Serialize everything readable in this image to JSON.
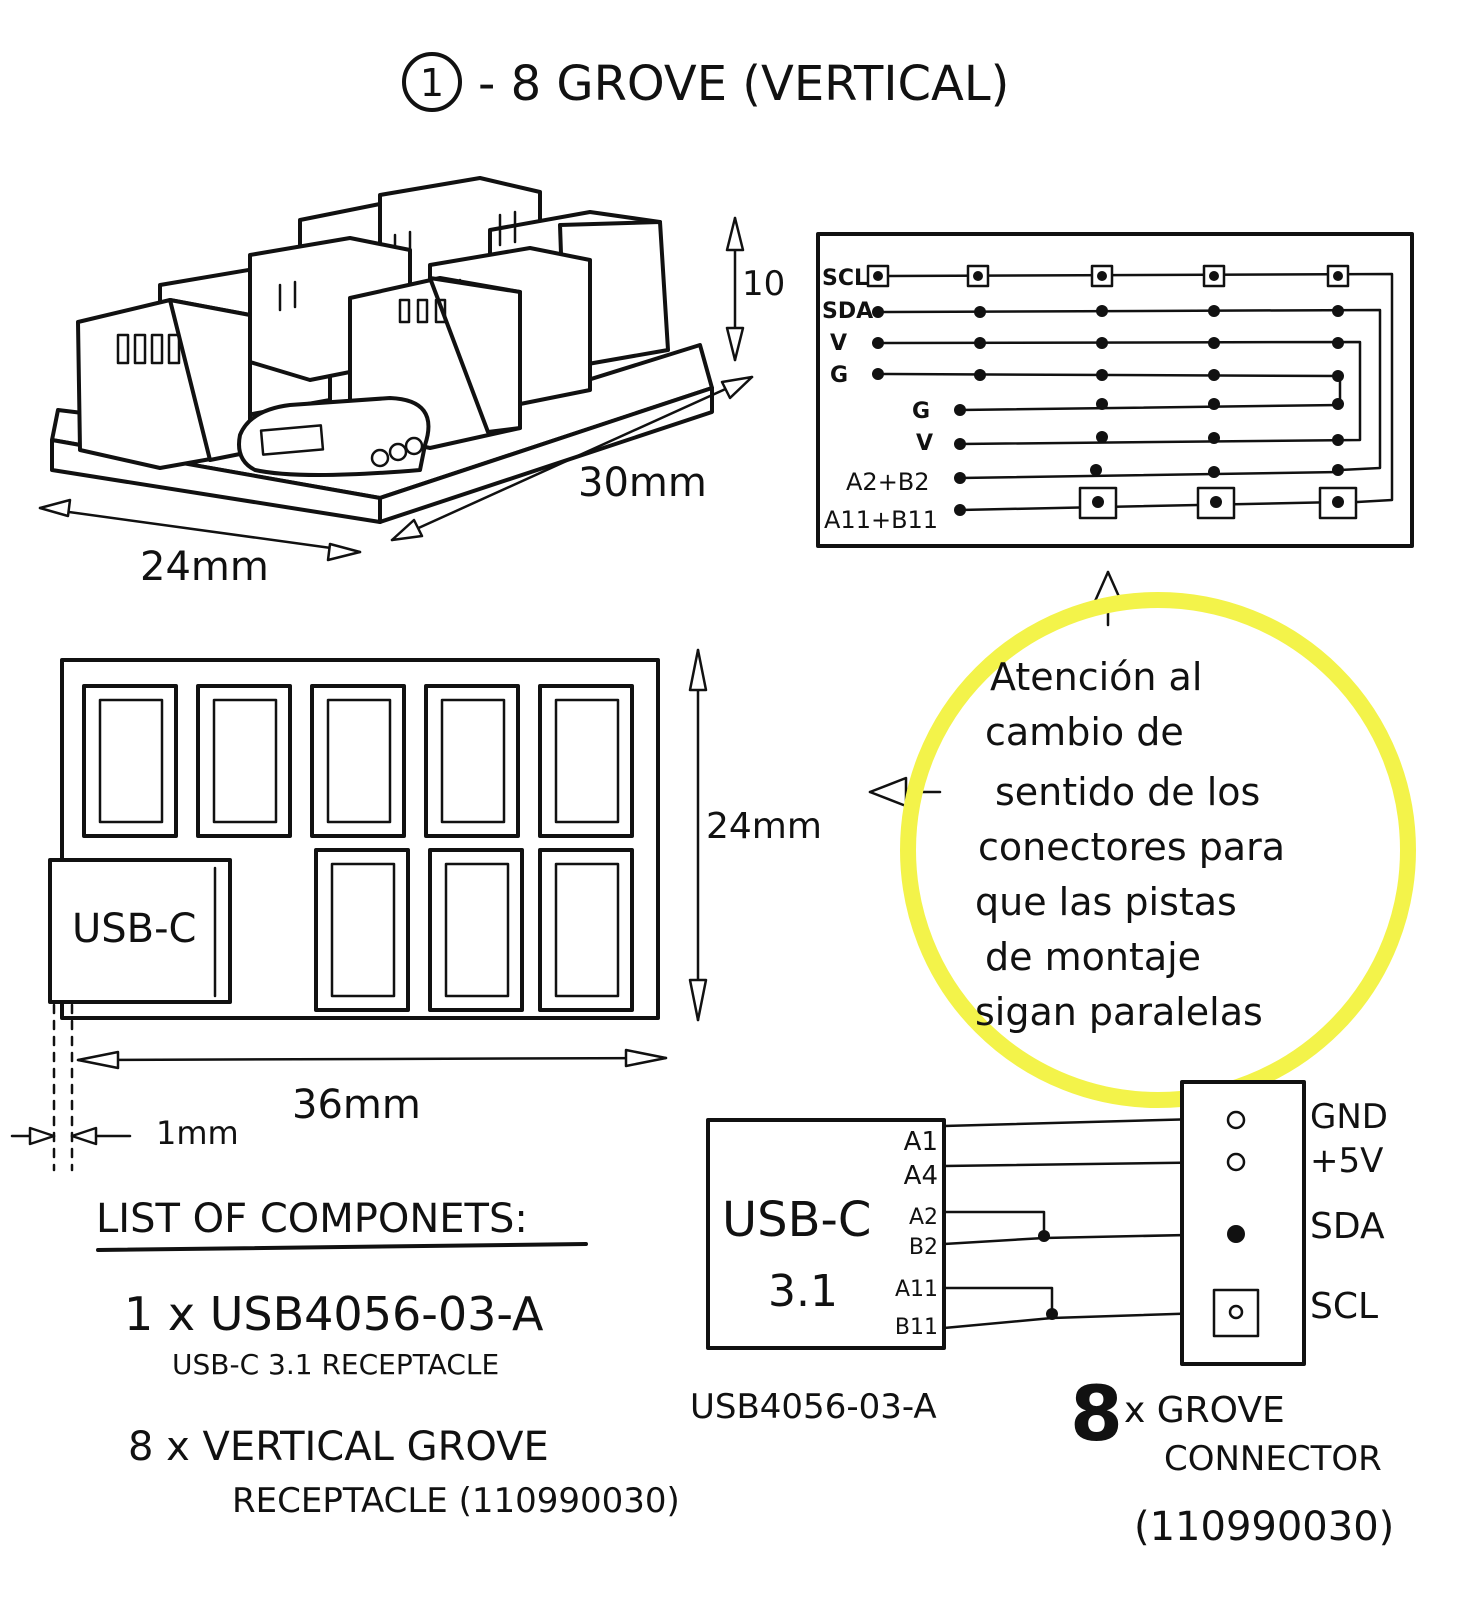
{
  "title": {
    "number": "1",
    "text": "- 8 GROVE (VERTICAL)"
  },
  "iso_view": {
    "height_label": "10",
    "length_label": "30mm",
    "width_label": "24mm"
  },
  "top_view": {
    "usb_label": "USB-C",
    "height_label": "24mm",
    "width_label": "36mm",
    "offset_label": "1mm"
  },
  "routing": {
    "left_labels": [
      "SCL",
      "SDA",
      "V",
      "G"
    ],
    "right_labels": [
      "G",
      "V",
      "A2+B2",
      "A11+B11"
    ]
  },
  "note": {
    "highlight_color": "#f3f34a",
    "lines": [
      "Atención al",
      "cambio de",
      "sentido de los",
      "conectores para",
      "que las pistas",
      "de montaje",
      "sigan paralelas"
    ]
  },
  "components": {
    "heading": "LIST OF COMPONETS:",
    "item1_line1": "1 x USB4056-03-A",
    "item1_line2": "USB-C 3.1 RECEPTACLE",
    "item2_line1": "8 x VERTICAL GROVE",
    "item2_line2": "RECEPTACLE (110990030)"
  },
  "schematic": {
    "usb_title1": "USB-C",
    "usb_title2": "3.1",
    "usb_pins": [
      "A1",
      "A4",
      "A2",
      "B2",
      "A11",
      "B11"
    ],
    "usb_part": "USB4056-03-A",
    "grove_pins": [
      "GND",
      "+5V",
      "SDA",
      "SCL"
    ],
    "grove_count": "8",
    "grove_label1": "x GROVE",
    "grove_label2": "CONNECTOR",
    "grove_part": "(110990030)"
  }
}
